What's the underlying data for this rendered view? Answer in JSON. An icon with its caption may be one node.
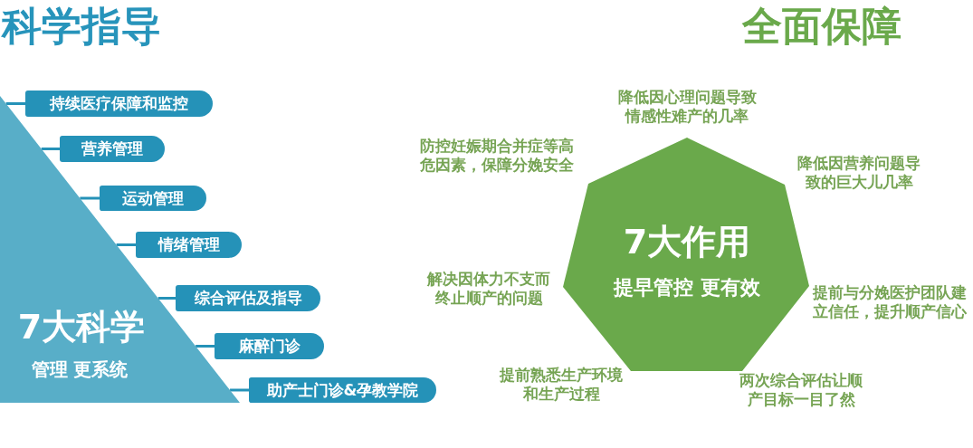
{
  "diagram": {
    "nodes": [
      {
        "text": [
          "7大科学",
          "管理 更系统"
        ]
      },
      {
        "text": [
          "持续医疗保障和监控"
        ]
      },
      {
        "text": [
          "营养管理"
        ]
      },
      {
        "text": [
          "运动管理"
        ]
      },
      {
        "text": [
          "情绪管理"
        ]
      },
      {
        "text": [
          "综合评估及指导"
        ]
      },
      {
        "text": [
          "麻醉门诊"
        ]
      },
      {
        "text": [
          "助产士门诊&孕教学院"
        ]
      },
      {
        "text": [
          "7大作用",
          "提早管控 更有效"
        ],
        "beside": [
          "降低因心理问题导致情感性难产的几率",
          "降低因营养问题导致的巨大儿几率",
          "提前与分娩医护团队建立信任，提升顺产信心",
          "两次综合评估让顺产目标一目了然",
          "提前熟悉生产环境和生产过程",
          "解决因体力不支而终止顺产的问题",
          "防控妊娠期合并症等高危因素，保障分娩安全"
        ]
      }
    ],
    "edges": [
      {
        "from": 1,
        "to": 0,
        "arrow": "none"
      },
      {
        "from": 2,
        "to": 0,
        "arrow": "none"
      },
      {
        "from": 3,
        "to": 0,
        "arrow": "none"
      },
      {
        "from": 4,
        "to": 0,
        "arrow": "none"
      },
      {
        "from": 5,
        "to": 0,
        "arrow": "none"
      },
      {
        "from": 6,
        "to": 0,
        "arrow": "none"
      },
      {
        "from": 7,
        "to": 0,
        "arrow": "none"
      }
    ],
    "labels": [
      "科学指导",
      "全面保障"
    ]
  }
}
